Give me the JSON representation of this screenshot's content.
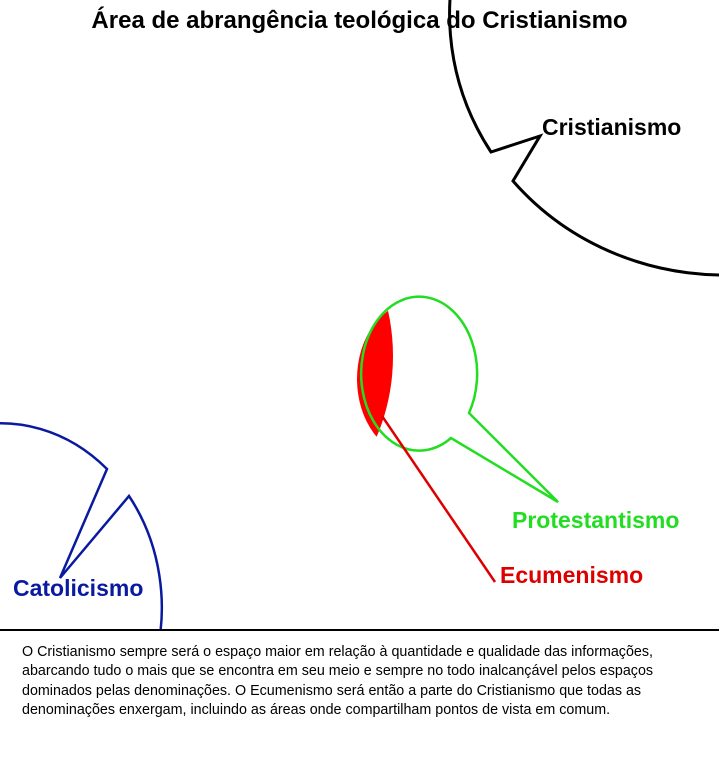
{
  "title": "Área de abrangência teológica do Cristianismo",
  "labels": {
    "christianity": "Cristianismo",
    "catholicism": "Catolicismo",
    "protestantism": "Protestantismo",
    "ecumenism": "Ecumenismo"
  },
  "colors": {
    "christianity": "#000000",
    "catholicism": "#0a1aa0",
    "protestantism": "#22dd22",
    "ecumenism": "#dd0000",
    "ecumenism_fill": "#ff0000"
  },
  "caption": "O Cristianismo sempre será o espaço maior em relação à quantidade e qualidade das informações, abarcando tudo o mais que se encontra em seu meio e sempre no todo inalcançável pelos espaços dominados pelas denominações. O Ecumenismo será então a parte do Cristianismo que todas as denominações enxergam, incluindo as áreas onde compartilham pontos de vista em comum."
}
